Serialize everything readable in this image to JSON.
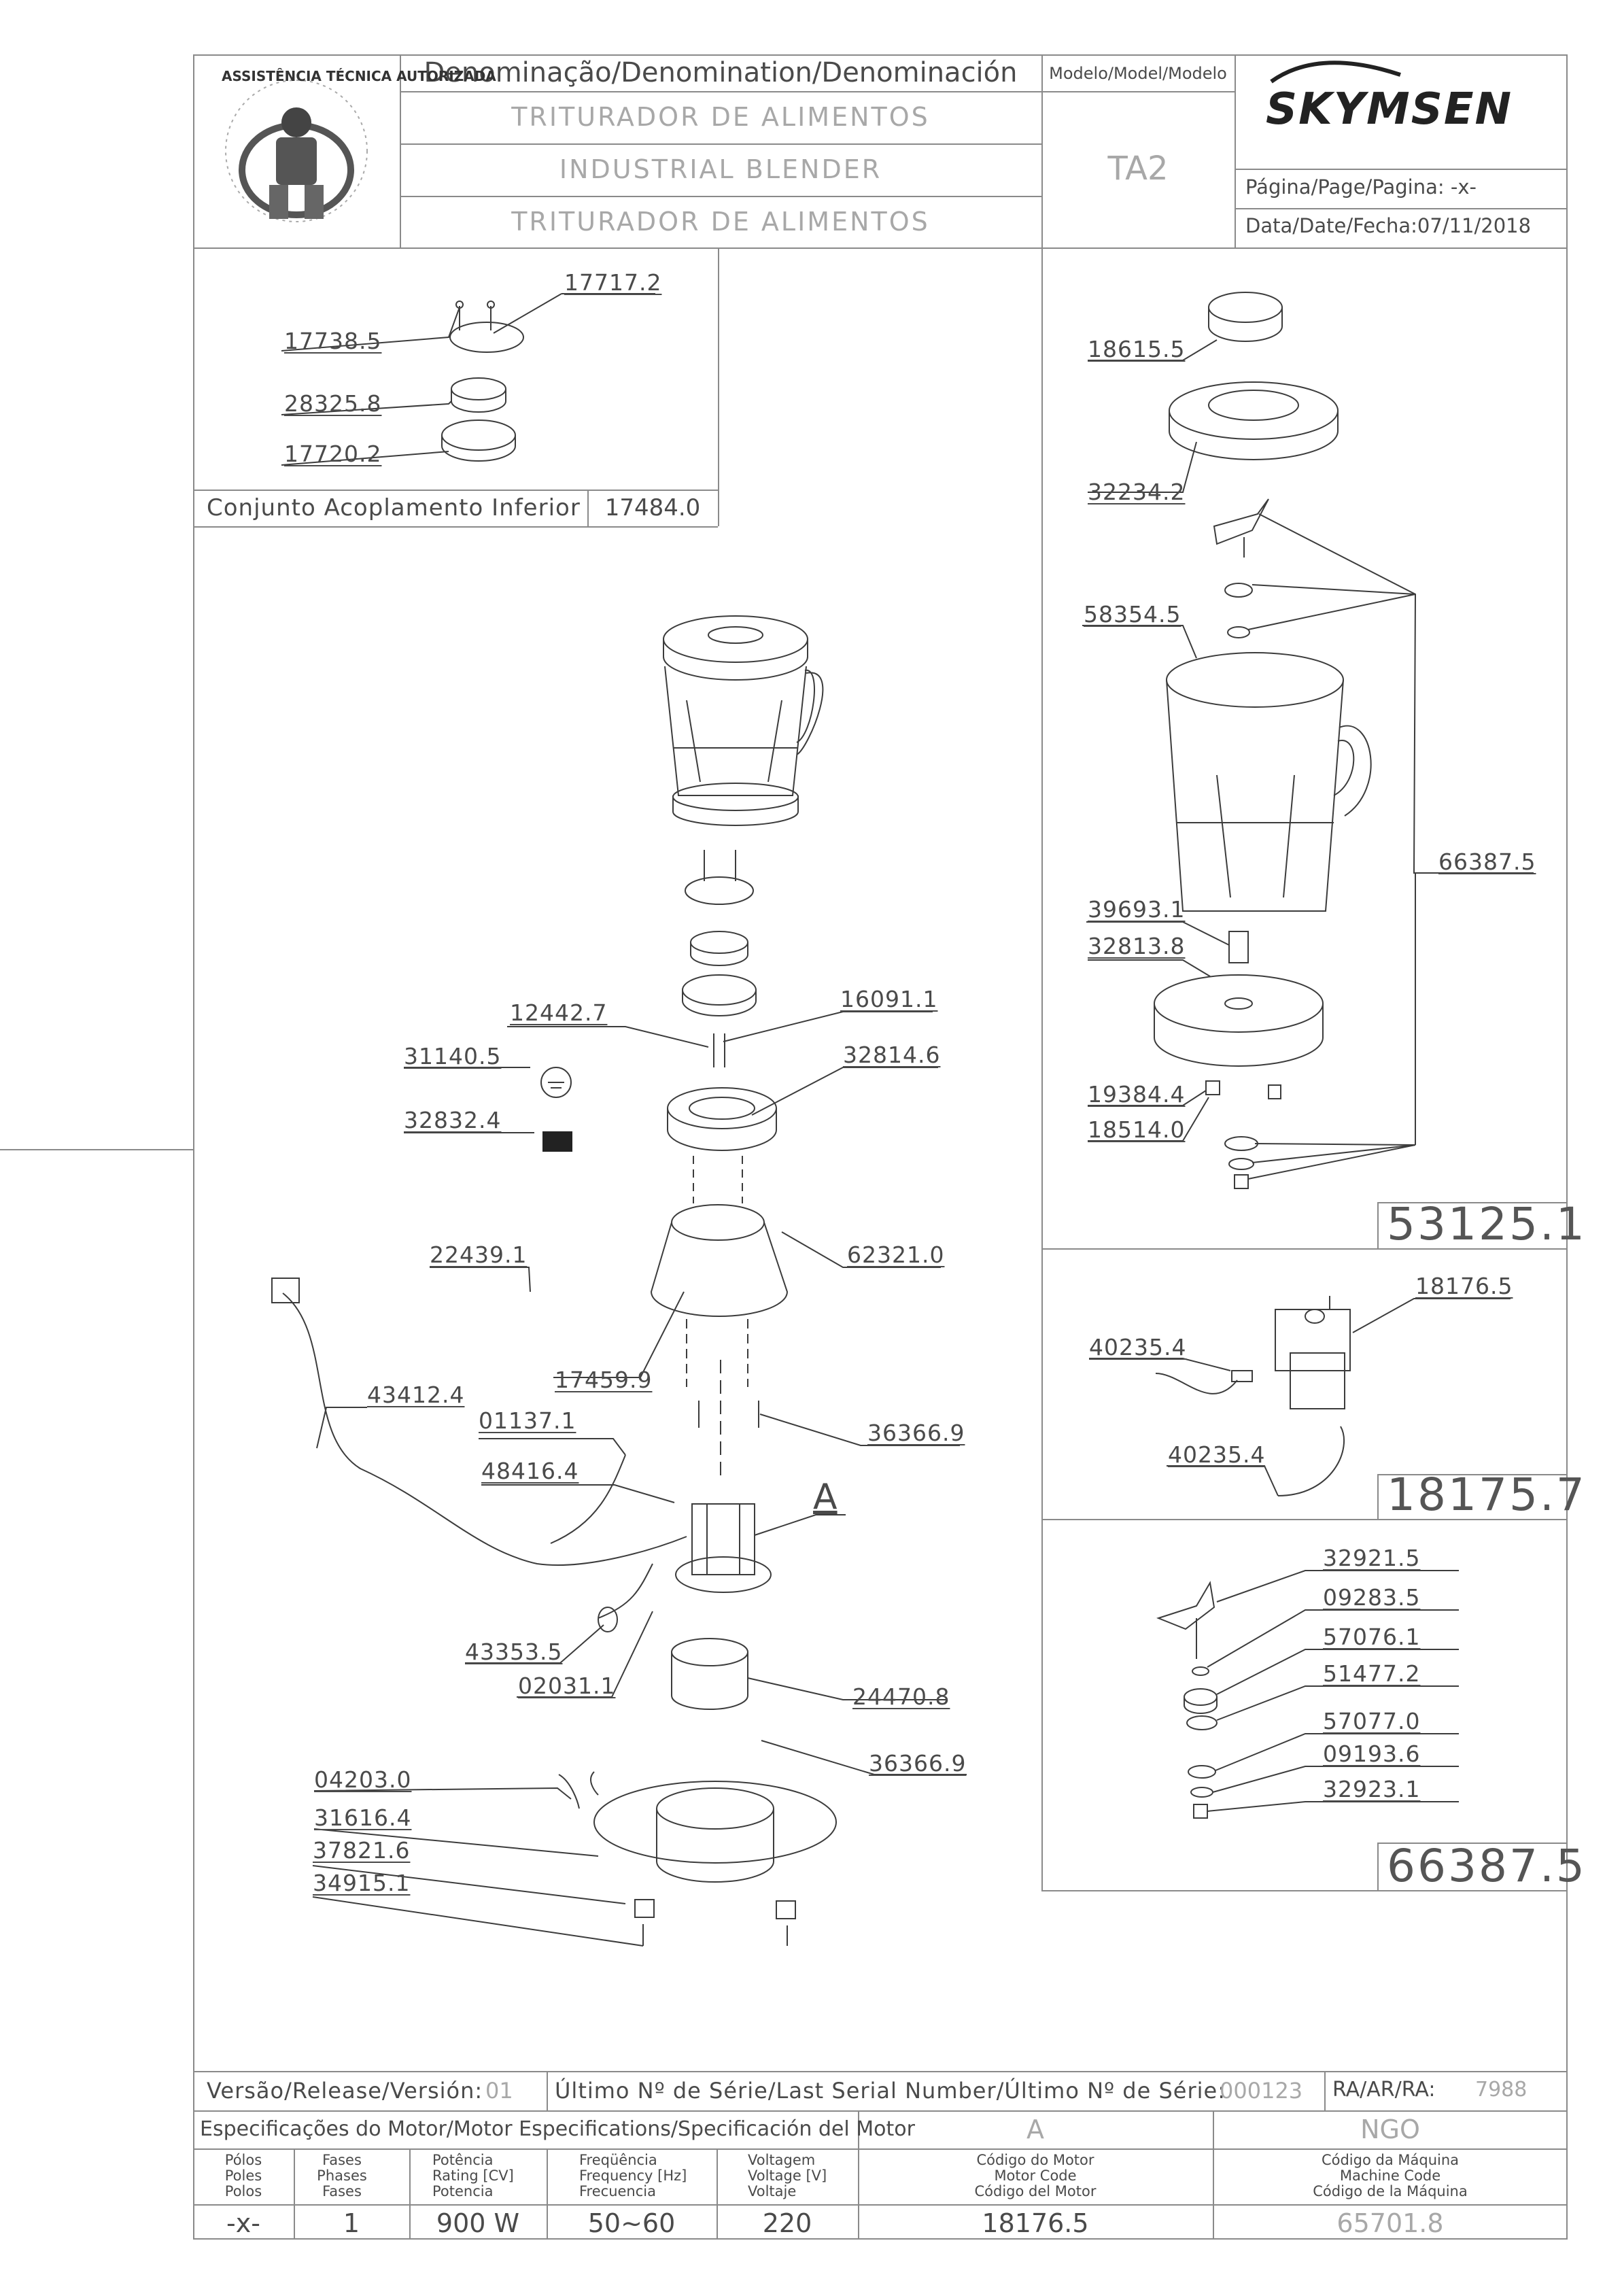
{
  "header": {
    "denomination_label": "Denominação/Denomination/Denominación",
    "model_label": "Modelo/Model/Modelo",
    "name_pt": "TRITURADOR DE ALIMENTOS",
    "name_en": "INDUSTRIAL BLENDER",
    "name_es": "TRITURADOR DE ALIMENTOS",
    "model": "TA2",
    "brand": "SKYMSEN",
    "page_label": "Página/Page/Pagina: -x-",
    "date_label": "Data/Date/Fecha:07/11/2018",
    "seal_text": "ASSISTÊNCIA TÉCNICA AUTORIZADA"
  },
  "inset_lower_coupling": {
    "parts": [
      "17717.2",
      "17738.5",
      "28325.8",
      "17720.2"
    ],
    "caption": "Conjunto Acoplamento Inferior",
    "code": "17484.0"
  },
  "main_parts": [
    "12442.7",
    "16091.1",
    "31140.5",
    "32814.6",
    "32832.4",
    "22439.1",
    "62321.0",
    "17459.9",
    "43412.4",
    "01137.1",
    "36366.9",
    "48416.4",
    "A",
    "43353.5",
    "02031.1",
    "24470.8",
    "36366.9",
    "04203.0",
    "31616.4",
    "37821.6",
    "34915.1"
  ],
  "jar_assembly": {
    "parts": [
      "18615.5",
      "32234.2",
      "58354.5",
      "66387.5",
      "39693.1",
      "32813.8",
      "19384.4",
      "18514.0"
    ],
    "code": "53125.1"
  },
  "motor_assembly": {
    "parts": [
      "18176.5",
      "40235.4",
      "40235.4"
    ],
    "code": "18175.7"
  },
  "blade_assembly": {
    "parts": [
      "32921.5",
      "09283.5",
      "57076.1",
      "51477.2",
      "57077.0",
      "09193.6",
      "32923.1"
    ],
    "code": "66387.5"
  },
  "footer": {
    "version_label": "Versão/Release/Versión:",
    "version": "01",
    "serial_label": "Último Nº de Série/Last Serial Number/Último Nº de Série:",
    "serial": "000123",
    "ra_label": "RA/AR/RA:",
    "ra": "7988",
    "motor_spec_label": "Especificações do Motor/Motor Especifications/Specificación del Motor",
    "motor_letter": "A",
    "machine_code_letters": "NGO",
    "columns": [
      {
        "l1": "Pólos",
        "l2": "Poles",
        "l3": "Polos",
        "value": "-x-"
      },
      {
        "l1": "Fases",
        "l2": "Phases",
        "l3": "Fases",
        "value": "1"
      },
      {
        "l1": "Potência",
        "l2": "Rating [CV]",
        "l3": "Potencia",
        "value": "900 W"
      },
      {
        "l1": "Freqüência",
        "l2": "Frequency [Hz]",
        "l3": "Frecuencia",
        "value": "50~60"
      },
      {
        "l1": "Voltagem",
        "l2": "Voltage [V]",
        "l3": "Voltaje",
        "value": "220"
      },
      {
        "l1": "Código do Motor",
        "l2": "Motor Code",
        "l3": "Código del Motor",
        "value": "18176.5"
      },
      {
        "l1": "Código da Máquina",
        "l2": "Machine Code",
        "l3": "Código de la Máquina",
        "value": "65701.8"
      }
    ]
  }
}
